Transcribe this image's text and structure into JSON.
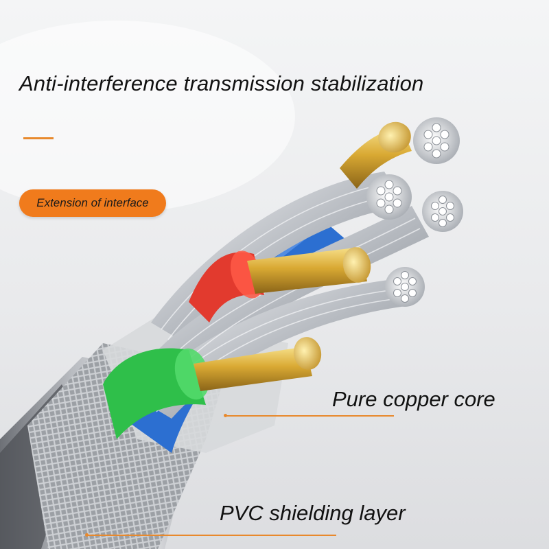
{
  "headline": "Anti-interference transmission stabilization",
  "badge": {
    "label": "Extension of interface",
    "color": "#f07b1c"
  },
  "callouts": {
    "copper_core": "Pure copper core",
    "pvc_layer": "PVC shielding layer"
  },
  "colors": {
    "accent": "#e8892c",
    "wire_red": "#e23a2e",
    "wire_green": "#2fbf4a",
    "wire_blue": "#2c6fd1",
    "copper_gold": "#d9a933",
    "strand_silver": "#c9ccd1"
  }
}
